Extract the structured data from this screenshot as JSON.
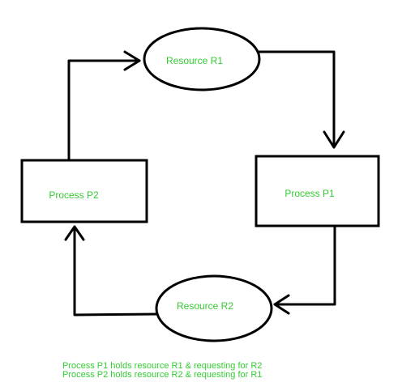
{
  "nodes": {
    "resource_r1": "Resource R1",
    "resource_r2": "Resource R2",
    "process_p1": "Process P1",
    "process_p2": "Process P2"
  },
  "caption": {
    "line1": "Process P1 holds resource R1 & requesting for R2",
    "line2": "Process P2 holds resource R2 & requesting for R1"
  },
  "colors": {
    "label": "#33cc33",
    "stroke": "#000000",
    "background": "#ffffff"
  }
}
